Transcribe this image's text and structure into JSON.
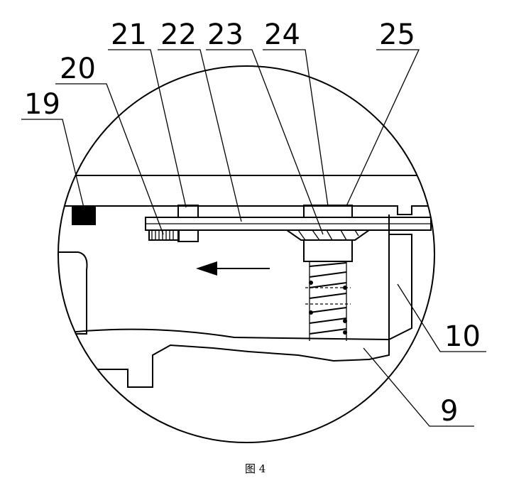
{
  "figure": {
    "caption": "图 4",
    "part_labels": [
      "19",
      "20",
      "21",
      "22",
      "23",
      "24",
      "25",
      "10",
      "9"
    ]
  },
  "colors": {
    "ink": "#000000",
    "background": "#ffffff"
  }
}
